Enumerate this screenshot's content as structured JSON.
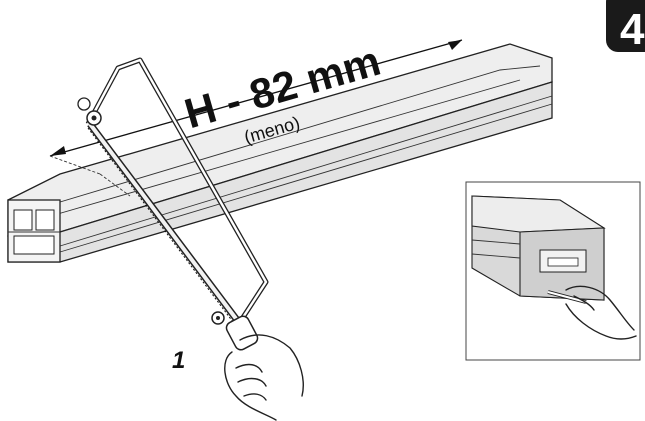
{
  "measurement": {
    "label": "H - 82 mm",
    "sublabel": "(meno)"
  },
  "step": {
    "number": "1",
    "badge": "4"
  },
  "icons": {
    "saw": "hacksaw-icon",
    "hand": "hand-icon",
    "rail": "rail-profile-icon"
  },
  "colors": {
    "rail_fill": "#e6e6e6",
    "ink": "#222222"
  }
}
